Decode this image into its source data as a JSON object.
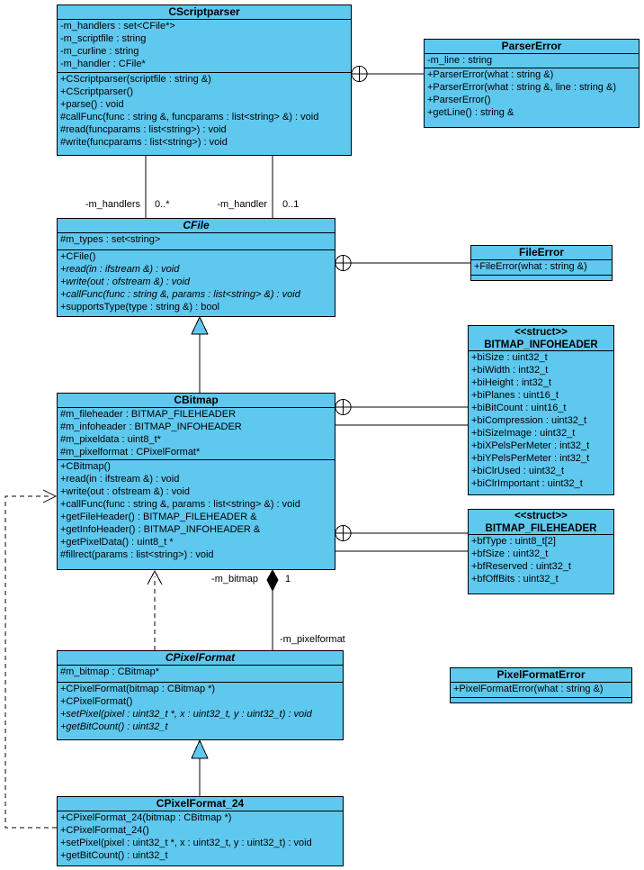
{
  "diagram": {
    "background": "#ffffff",
    "box_fill": "#5fc8ef",
    "line_color": "#000000"
  },
  "classes": {
    "cscriptparser": {
      "title": "CScriptparser",
      "attrs": [
        "-m_handlers : set<CFile*>",
        "-m_scriptfile : string",
        "-m_curline : string",
        "-m_handler : CFile*"
      ],
      "ops": [
        "+CScriptparser(scriptfile : string &)",
        "+CScriptparser()",
        "+parse() : void",
        "#callFunc(func : string &, funcparams : list<string> &) : void",
        "#read(funcparams : list<string>) : void",
        "#write(funcparams : list<string>) : void"
      ]
    },
    "parsererror": {
      "title": "ParserError",
      "attrs": [
        "-m_line : string"
      ],
      "ops": [
        "+ParserError(what : string &)",
        "+ParserError(what : string &, line : string &)",
        "+ParserError()",
        "+getLine() : string &"
      ]
    },
    "cfile": {
      "title": "CFile",
      "attrs": [
        "#m_types : set<string>"
      ],
      "ops": [
        {
          "text": "+CFile()"
        },
        {
          "text": "+read(in : ifstream &) : void",
          "abstract": true
        },
        {
          "text": "+write(out : ofstream &) : void",
          "abstract": true
        },
        {
          "text": "+callFunc(func : string &, params : list<string> &) : void",
          "abstract": true
        },
        {
          "text": "+supportsType(type : string &) : bool"
        }
      ]
    },
    "fileerror": {
      "title": "FileError",
      "ops": [
        "+FileError(what : string &)"
      ]
    },
    "bitmap_infoheader": {
      "stereotype": "<<struct>>",
      "title": "BITMAP_INFOHEADER",
      "attrs": [
        "+biSize : uint32_t",
        "+biWidth : int32_t",
        "+biHeight : int32_t",
        "+biPlanes : uint16_t",
        "+biBitCount : uint16_t",
        "+biCompression : uint32_t",
        "+biSizeImage : uint32_t",
        "+biXPelsPerMeter : int32_t",
        "+biYPelsPerMeter : int32_t",
        "+biClrUsed : uint32_t",
        "+biClrImportant : uint32_t"
      ]
    },
    "bitmap_fileheader": {
      "stereotype": "<<struct>>",
      "title": "BITMAP_FILEHEADER",
      "attrs": [
        "+bfType : uint8_t[2]",
        "+bfSize : uint32_t",
        "+bfReserved : uint32_t",
        "+bfOffBits : uint32_t"
      ]
    },
    "cbitmap": {
      "title": "CBitmap",
      "attrs": [
        "#m_fileheader : BITMAP_FILEHEADER",
        "#m_infoheader : BITMAP_INFOHEADER",
        "#m_pixeldata : uint8_t*",
        "#m_pixelformat : CPixelFormat*"
      ],
      "ops": [
        "+CBitmap()",
        "+read(in : ifstream &) : void",
        "+write(out : ofstream &) : void",
        "+callFunc(func : string &, params : list<string> &) : void",
        "+getFileHeader() : BITMAP_FILEHEADER &",
        "+getInfoHeader() : BITMAP_INFOHEADER &",
        "+getPixelData() : uint8_t *",
        "#fillrect(params : list<string>) : void"
      ]
    },
    "cpixelformat": {
      "title": "CPixelFormat",
      "attrs": [
        "#m_bitmap : CBitmap*"
      ],
      "ops": [
        {
          "text": "+CPixelFormat(bitmap : CBitmap *)"
        },
        {
          "text": "+CPixelFormat()"
        },
        {
          "text": "+setPixel(pixel : uint32_t *, x : uint32_t, y : uint32_t) : void",
          "abstract": true
        },
        {
          "text": "+getBitCount() : uint32_t",
          "abstract": true
        }
      ]
    },
    "pixelformaterror": {
      "title": "PixelFormatError",
      "ops": [
        "+PixelFormatError(what : string &)"
      ]
    },
    "cpixelformat_24": {
      "title": "CPixelFormat_24",
      "ops": [
        "+CPixelFormat_24(bitmap : CBitmap *)",
        "+CPixelFormat_24()",
        "+setPixel(pixel : uint32_t *, x : uint32_t, y : uint32_t) : void",
        "+getBitCount() : uint32_t"
      ]
    }
  },
  "labels": {
    "m_handlers": "-m_handlers",
    "mult_handlers": "0..*",
    "m_handler": "-m_handler",
    "mult_handler": "0..1",
    "m_bitmap": "-m_bitmap",
    "mult_bitmap": "1",
    "m_pixelformat": "-m_pixelformat"
  }
}
